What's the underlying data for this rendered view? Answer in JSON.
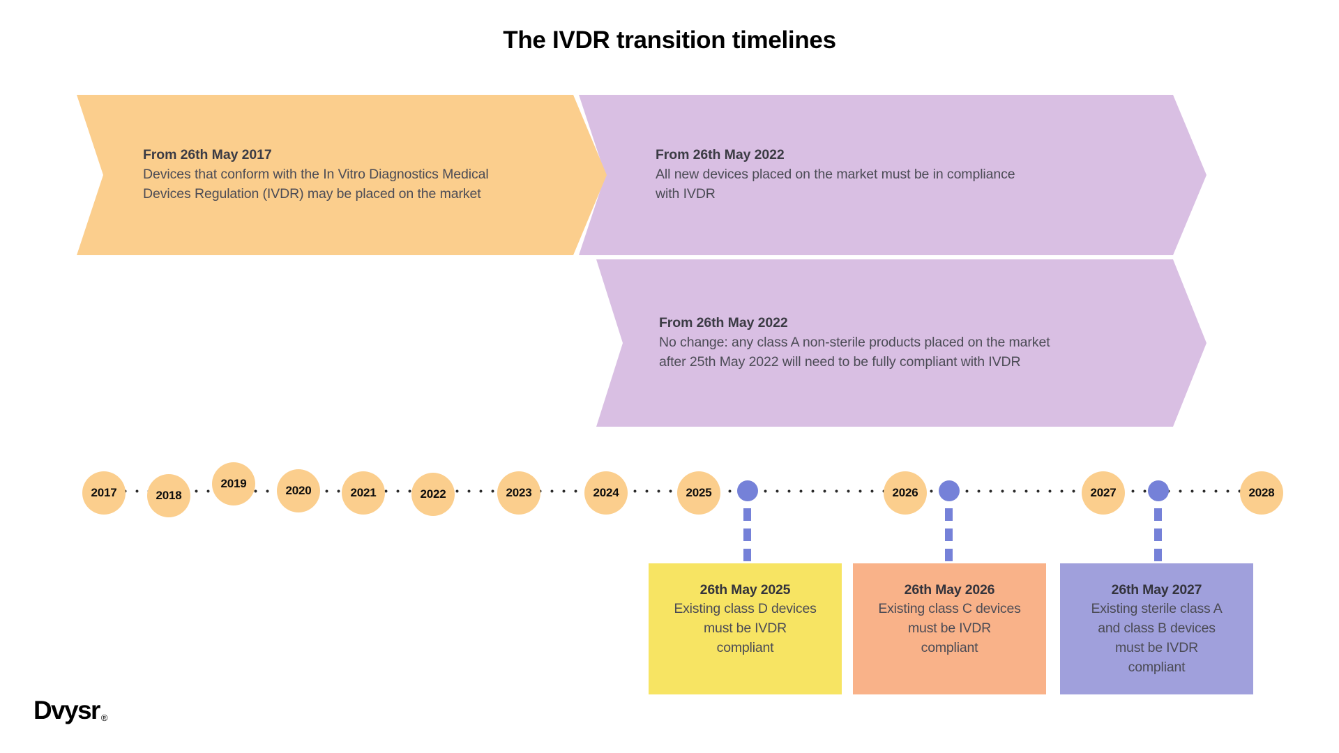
{
  "title": "The IVDR transition timelines",
  "colors": {
    "orange_arrow": "#fbce8d",
    "purple_arrow": "#d9bfe3",
    "year_circle": "#fbce8d",
    "marker_blue": "#7581d8",
    "box_yellow": "#f7e463",
    "box_peach": "#f9b289",
    "box_purple": "#a0a0dc",
    "text_dark": "#3b3b44"
  },
  "arrows": [
    {
      "id": "arrow-1",
      "color": "orange",
      "date": "From 26th May 2017",
      "line1": "Devices that conform with the In Vitro Diagnostics Medical",
      "line2": "Devices Regulation (IVDR) may be placed on the market"
    },
    {
      "id": "arrow-2",
      "color": "purple",
      "date": "From 26th May 2022",
      "line1": "All new devices placed on the market must be in compliance",
      "line2": "with IVDR"
    },
    {
      "id": "arrow-3",
      "color": "purple",
      "date": "From 26th May 2022",
      "line1": "No change: any class A non-sterile products placed on the market",
      "line2": "after 25th May 2022 will need to be fully compliant with IVDR"
    }
  ],
  "timeline": {
    "years": [
      {
        "label": "2017"
      },
      {
        "label": "2018"
      },
      {
        "label": "2019"
      },
      {
        "label": "2020"
      },
      {
        "label": "2021"
      },
      {
        "label": "2022"
      },
      {
        "label": "2023"
      },
      {
        "label": "2024"
      },
      {
        "label": "2025"
      },
      {
        "label": "2026"
      },
      {
        "label": "2027"
      },
      {
        "label": "2028"
      }
    ],
    "markers": [
      {
        "id": "marker-2025",
        "year": "2025"
      },
      {
        "id": "marker-2026",
        "year": "2026"
      },
      {
        "id": "marker-2027",
        "year": "2027"
      }
    ]
  },
  "callouts": [
    {
      "id": "callout-2025",
      "color": "yellow",
      "date": "26th May 2025",
      "line1": "Existing class D devices",
      "line2": "must be IVDR",
      "line3": "compliant",
      "line4": ""
    },
    {
      "id": "callout-2026",
      "color": "peach",
      "date": "26th May 2026",
      "line1": "Existing class C devices",
      "line2": "must be IVDR",
      "line3": "compliant",
      "line4": ""
    },
    {
      "id": "callout-2027",
      "color": "purple",
      "date": "26th May 2027",
      "line1": "Existing sterile class A",
      "line2": "and class B devices",
      "line3": "must be IVDR",
      "line4": "compliant"
    }
  ],
  "logo": {
    "name": "Dvysr",
    "mark": "®"
  }
}
